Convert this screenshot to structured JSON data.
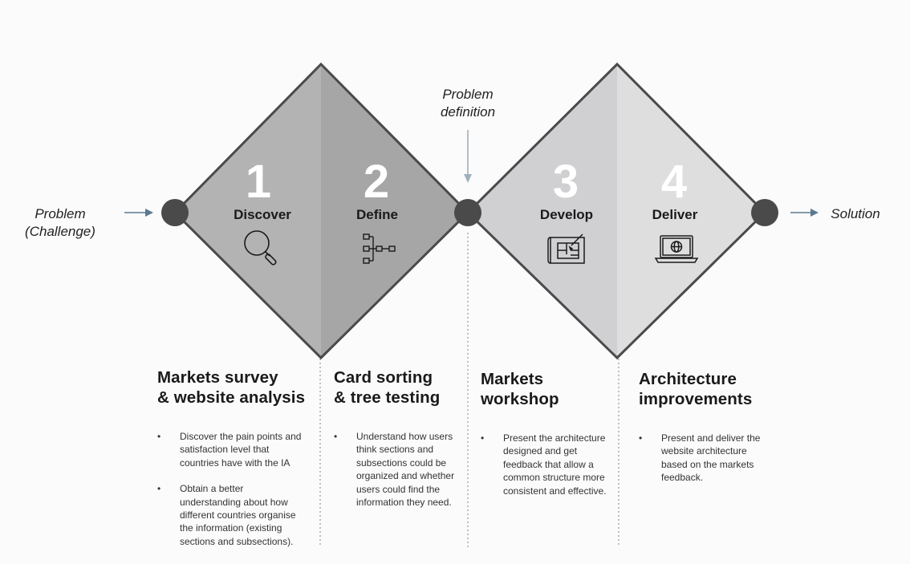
{
  "labels": {
    "problem": "Problem\n(Challenge)",
    "problem_definition": "Problem\ndefinition",
    "solution": "Solution"
  },
  "steps": [
    {
      "number": "1",
      "name": "Discover",
      "icon": "magnifier-icon"
    },
    {
      "number": "2",
      "name": "Define",
      "icon": "tree-structure-icon"
    },
    {
      "number": "3",
      "name": "Develop",
      "icon": "blueprint-icon"
    },
    {
      "number": "4",
      "name": "Deliver",
      "icon": "laptop-globe-icon"
    }
  ],
  "columns": [
    {
      "title": "Markets survey\n& website analysis",
      "bullets": [
        "Discover the pain points and satisfaction level that countries have with the IA",
        "Obtain a better understanding about how different countries organise the information (existing sections and subsections)."
      ]
    },
    {
      "title": "Card sorting\n& tree testing",
      "bullets": [
        "Understand how users think sections and subsections could be organized and whether users could find the information they need."
      ]
    },
    {
      "title": "Markets\nworkshop",
      "bullets": [
        "Present the architecture designed and get feedback that allow a common structure more consistent and effective."
      ]
    },
    {
      "title": "Architecture\nimprovements",
      "bullets": [
        "Present and deliver the website architecture based on the markets feedback."
      ]
    }
  ],
  "colors": {
    "step1": "#b3b3b3",
    "step2": "#a6a6a6",
    "step3": "#d0d0d2",
    "step4": "#dedede",
    "outline": "#4a4a4a",
    "node": "#4a4a4a",
    "arrow": "#5b7a90"
  }
}
